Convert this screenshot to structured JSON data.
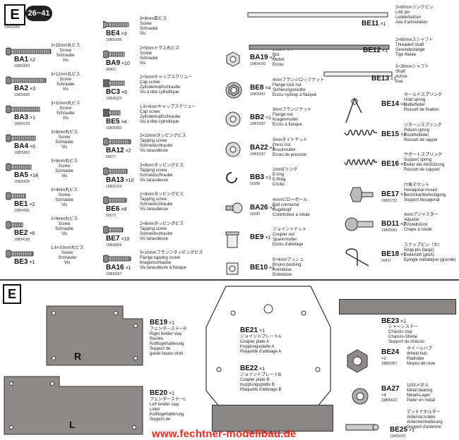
{
  "header": {
    "section": "E",
    "range": "26~41",
    "code": "19402956"
  },
  "left_parts": [
    {
      "id": "BA1",
      "count": "×2",
      "code": "19805859",
      "jp": "3×15mm丸ビス",
      "en": "Screw",
      "de": "Schraube",
      "fr": "Vis"
    },
    {
      "id": "BA2",
      "count": "×3",
      "code": "19805890",
      "jp": "3×12mm丸ビス",
      "en": "Screw",
      "de": "Schraube",
      "fr": "Vis"
    },
    {
      "id": "BA3",
      "count": "×1",
      "code": "19804159",
      "jp": "3×10mm丸ビス",
      "en": "Screw",
      "de": "Schraube",
      "fr": "Vis"
    },
    {
      "id": "BA4",
      "count": "×6",
      "code": "19805850",
      "jp": "3×8mm丸ビス",
      "en": "Screw",
      "de": "Schraube",
      "fr": "Vis"
    },
    {
      "id": "BA5",
      "count": "×14",
      "code": "19805636",
      "jp": "3×6mm丸ビス",
      "en": "Screw",
      "de": "Schraube",
      "fr": "Vis"
    },
    {
      "id": "BE1",
      "count": "×2",
      "code": "19804581",
      "jp": "3×4mm丸ビス",
      "en": "Screw",
      "de": "Schraube",
      "fr": "Vis"
    },
    {
      "id": "BE2",
      "count": "×6",
      "code": "19804158",
      "jp": "2×4mm丸ビス",
      "en": "Screw",
      "de": "Schraube",
      "fr": "Vis"
    },
    {
      "id": "BE3",
      "count": "×1",
      "code": "",
      "jp": "1.6×10mm丸ビス",
      "en": "Screw",
      "de": "Schraube",
      "fr": "Vis"
    }
  ],
  "mid_parts": [
    {
      "id": "BE4",
      "count": "×3",
      "code": "19805696",
      "jp": "3×8mm皿ビス",
      "en": "Screw",
      "de": "Schraube",
      "fr": "Vis"
    },
    {
      "id": "BA9",
      "count": "×10",
      "code": "94802",
      "jp": "2×5mmトラス丸ビス",
      "en": "Screw",
      "de": "Schraube",
      "fr": "Vis"
    },
    {
      "id": "BC3",
      "count": "×6",
      "code": "19808223",
      "jp": "2×5mmキャップスクリュー",
      "en": "Cap screw",
      "de": "Zylinderkopfschraube",
      "fr": "Vis à tête cylindrique"
    },
    {
      "id": "BE5",
      "count": "×4",
      "code": "19805893",
      "jp": "1.6×4mmキャップスクリュー",
      "en": "Cap screw",
      "de": "Zylinderkopfschraube",
      "fr": "Vis à tête cylindrique"
    },
    {
      "id": "BA12",
      "count": "×2",
      "code": "50577",
      "jp": "3×10mmタッピングビス",
      "en": "Tapping screw",
      "de": "Schneidschraube",
      "fr": "Vis taraudeuse"
    },
    {
      "id": "BA13",
      "count": "×10",
      "code": "19805754",
      "jp": "3×8mmタッピングビス",
      "en": "Tapping screw",
      "de": "Schneidschraube",
      "fr": "Vis taraudeuse"
    },
    {
      "id": "BE6",
      "count": "×8",
      "code": "50573",
      "jp": "2×8mmタッピングビス",
      "en": "Tapping screw",
      "de": "Schneidschraube",
      "fr": "Vis taraudeuse"
    },
    {
      "id": "BE7",
      "count": "×10",
      "code": "19808956",
      "jp": "2×6mmタッピングビス",
      "en": "Tapping screw",
      "de": "Schneidschraube",
      "fr": "Vis taraudeuse"
    },
    {
      "id": "BA16",
      "count": "×1",
      "code": "19805667",
      "jp": "3×10mmフランジタッピングビス",
      "en": "Flange tapping screw",
      "de": "Kragenschraube",
      "fr": "Vis taraudeuse à flasque"
    }
  ],
  "nut_parts": [
    {
      "id": "BA19",
      "count": "×7",
      "code": "19804230",
      "jp": "2mmナット",
      "en": "Nut",
      "de": "Mutter",
      "fr": "Ecrou"
    },
    {
      "id": "BE8",
      "count": "×4",
      "code": "19805557",
      "jp": "4mmフランジロックナット",
      "en": "Flange lock nut",
      "de": "Sicherungsmutter",
      "fr": "Ecrou nylstop à flasque"
    },
    {
      "id": "BB2",
      "count": "×1",
      "code": "19805597",
      "jp": "3mmフランジナット",
      "en": "Flange nut",
      "de": "Kragenmutter",
      "fr": "Ecrou à flasque"
    },
    {
      "id": "BA22",
      "count": "×1",
      "code": "19805597",
      "jp": "3mmタイトナット",
      "en": "Press nut",
      "de": "Druckmutter",
      "fr": "Ecrou de pression"
    },
    {
      "id": "BB3",
      "count": "×1",
      "code": "50588",
      "jp": "2mmEリング",
      "en": "E-ring",
      "de": "E-Ring",
      "fr": "Circlip"
    },
    {
      "id": "BA26",
      "count": "×2",
      "code": "50590",
      "jp": "4mmピローボール",
      "en": "Ball connector",
      "de": "Kugelkopf",
      "fr": "Connecteur à rotule"
    },
    {
      "id": "BE9",
      "count": "×1",
      "code": "",
      "jp": "ジョイントナット",
      "en": "Coupler nut",
      "de": "Spannmutter",
      "fr": "Ecrou d'attelage"
    },
    {
      "id": "BE10",
      "count": "×1",
      "code": "",
      "jp": "5×4mmブッシュ",
      "en": "Round bushing",
      "de": "Kreisbüse",
      "fr": "Entretoise"
    }
  ],
  "shaft_parts": [
    {
      "id": "BE11",
      "count": "×1",
      "jp": "3×60mmリンクピン",
      "en": "Link pin",
      "de": "Lenkerbolzen",
      "fr": "Axe d'articulation"
    },
    {
      "id": "BE12",
      "count": "×1",
      "jp": "2×60mmスシャフト",
      "en": "Threaded shaft",
      "de": "Gewindestange",
      "fr": "Tige filetée"
    },
    {
      "id": "BE13",
      "count": "×1",
      "jp": "3×28mmシャフト",
      "en": "Shaft",
      "de": "Achse",
      "fr": "Axe"
    }
  ],
  "right_parts": [
    {
      "id": "BE14",
      "count": "×1",
      "code": "",
      "jp": "ホールドスプリング",
      "en": "Hold spring",
      "de": "Halterfeder",
      "fr": "Ressort de fixation"
    },
    {
      "id": "BE15",
      "count": "×1",
      "code": "",
      "jp": "リターンスプリング",
      "en": "Return spring",
      "de": "Rückholfeder",
      "fr": "Ressort de rappel"
    },
    {
      "id": "BE16",
      "count": "×1",
      "code": "",
      "jp": "サポートスプリング",
      "en": "Support spring",
      "de": "Feder der Abstützung",
      "fr": "Ressort de support"
    },
    {
      "id": "BE17",
      "count": "×1",
      "code": "19805732",
      "jp": "六角マウント",
      "en": "Hexagonal mount",
      "de": "Sechskantbefestigung",
      "fr": "Support hexagonal"
    },
    {
      "id": "BD11",
      "count": "×2",
      "code": "19805583",
      "jp": "4mmアジャスター",
      "en": "Adjuster",
      "de": "Einstellstück",
      "fr": "Chape à rotule"
    },
    {
      "id": "BE18",
      "count": "×1",
      "code": "50697",
      "jp": "スナップピン（大）",
      "en": "Snap pin (large)",
      "de": "Federstift (groß)",
      "fr": "Epingle métallique (grande)"
    }
  ],
  "section2": {
    "letter": "E",
    "be19": {
      "id": "BE19",
      "count": "×1",
      "jp": "フェンダーステーR",
      "en": "Right fender stay",
      "de": "Rechte",
      "de2": "Kotflügelhalterung",
      "fr": "Support de",
      "fr2": "garde-boues droit",
      "mark": "R"
    },
    "be20": {
      "id": "BE20",
      "count": "×1",
      "jp": "フェンダーステーL",
      "en": "Left fender stay",
      "de": "Linke",
      "de2": "Kotflügelhalterung",
      "fr": "Support de",
      "mark": "L"
    },
    "be21": {
      "id": "BE21",
      "count": "×1",
      "jp": "ジョイントプレートA",
      "en": "Coupler plate A",
      "de": "Kupplungsplatte A",
      "fr": "Plaquette d'attelage A"
    },
    "be22": {
      "id": "BE22",
      "count": "×1",
      "jp": "ジョイントプレートB",
      "en": "Coupler plate B",
      "de": "Kupplungsplatte B",
      "fr": "Plaquette d'attelage B"
    },
    "be23": {
      "id": "BE23",
      "count": "×1",
      "jp": "シャーシステー",
      "en": "Chassis stay",
      "de": "Chassis-Strebe",
      "fr": "Support du châssis"
    },
    "be24": {
      "id": "BE24",
      "count": "×2",
      "code": "19805357",
      "jp": "ホイールハブ",
      "en": "Wheel hub",
      "de": "Radnabe",
      "fr": "Moyeu de roue"
    },
    "ba27": {
      "id": "BA27",
      "count": "×4",
      "code": "19805622",
      "jp": "1150メタル",
      "en": "Metal bearing",
      "de": "Metall-Lager",
      "fr": "Palier en métal"
    },
    "be25": {
      "id": "BE25",
      "count": "×1",
      "code": "13455035",
      "jp": "アンテナホルダー",
      "en": "Antenna holder",
      "de": "Antennenhalterung",
      "fr": "Support d'antenne"
    }
  },
  "watermark": "www.fechtner-modellbau.de"
}
